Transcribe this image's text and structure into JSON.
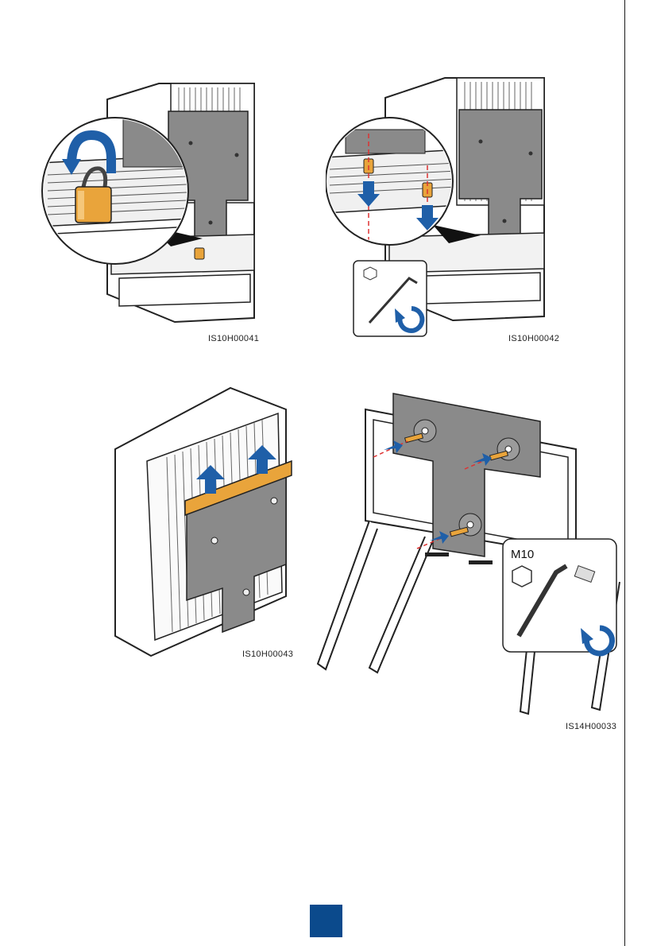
{
  "figures": [
    {
      "id": "fig1",
      "caption": "IS10H00041"
    },
    {
      "id": "fig2",
      "caption": "IS10H00042"
    },
    {
      "id": "fig3",
      "caption": "IS10H00043"
    },
    {
      "id": "fig4",
      "caption": "IS14H00033",
      "bolt_size": "M10"
    }
  ],
  "colors": {
    "accent_blue": "#1f5fa8",
    "bracket_gray": "#8a8a8a",
    "lock_orange": "#e9a43b",
    "page_badge": "#0b4a8c"
  },
  "page_number": ""
}
